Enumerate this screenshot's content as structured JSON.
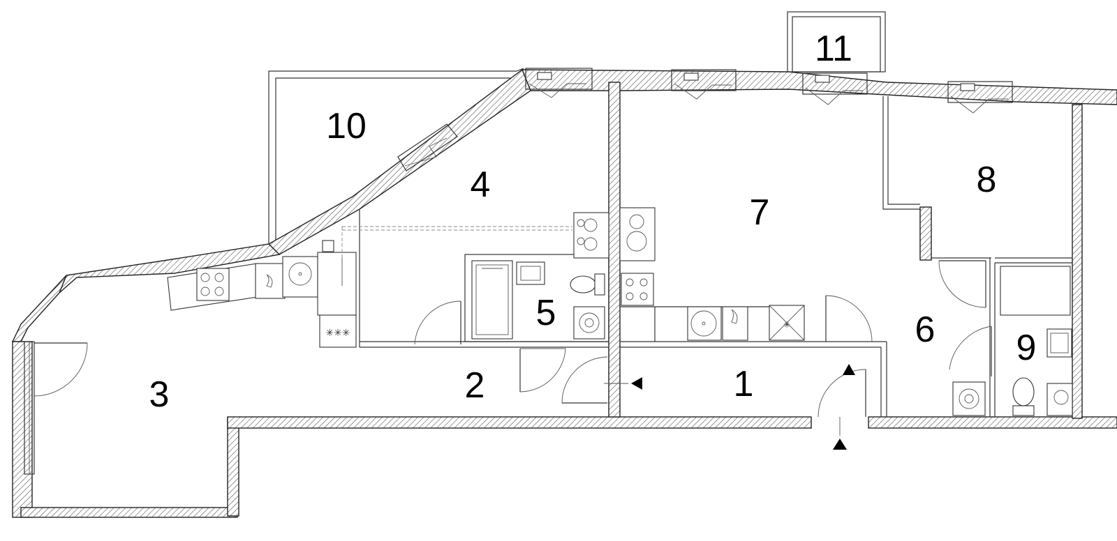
{
  "rooms": [
    {
      "id": "1",
      "label": "1"
    },
    {
      "id": "2",
      "label": "2"
    },
    {
      "id": "3",
      "label": "3"
    },
    {
      "id": "4",
      "label": "4"
    },
    {
      "id": "5",
      "label": "5"
    },
    {
      "id": "6",
      "label": "6"
    },
    {
      "id": "7",
      "label": "7"
    },
    {
      "id": "8",
      "label": "8"
    },
    {
      "id": "9",
      "label": "9"
    },
    {
      "id": "10",
      "label": "10"
    },
    {
      "id": "11",
      "label": "11"
    }
  ],
  "colors": {
    "line": "#222222",
    "background": "#ffffff"
  },
  "icons": [
    "entrance-arrow-icon",
    "stove-icon",
    "sink-icon",
    "toilet-icon",
    "shower-icon",
    "washing-machine-icon",
    "boiler-icon"
  ]
}
